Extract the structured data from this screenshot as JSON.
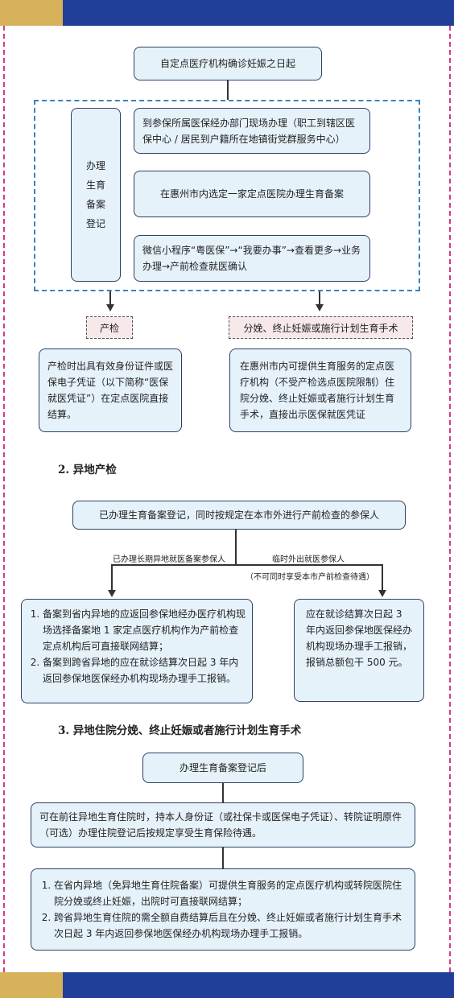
{
  "section1": {
    "start": "自定点医疗机构确诊妊娠之日起",
    "registration_label": "办理生育备案登记",
    "options": [
      "到参保所属医保经办部门现场办理（职工到辖区医保中心 / 居民到户籍所在地镇街党群服务中心）",
      "在惠州市内选定一家定点医院办理生育备案",
      "微信小程序“粤医保”→“我要办事”→查看更多→业务办理→产前检查就医确认"
    ],
    "branch_prenatal": "产检",
    "branch_delivery": "分娩、终止妊娠或施行计划生育手术",
    "prenatal_text": "产检时出具有效身份证件或医保电子凭证（以下简称“医保就医凭证”）在定点医院直接结算。",
    "delivery_text": "在惠州市内可提供生育服务的定点医疗机构（不受产检选点医院限制）住院分娩、终止妊娠或者施行计划生育手术，直接出示医保就医凭证"
  },
  "section2": {
    "heading": "2. 异地产检",
    "start": "已办理生育备案登记，同时按规定在本市外进行产前检查的参保人",
    "left_label": "已办理长期异地就医备案参保人",
    "right_label": "临时外出就医参保人",
    "right_note": "（不可同时享受本市产前检查待遇）",
    "left_items": [
      "备案到省内异地的应返回参保地经办医疗机构现场选择备案地 1 家定点医疗机构作为产前检查定点机构后可直接联网结算；",
      "备案到跨省异地的应在就诊结算次日起 3 年内返回参保地医保经办机构现场办理手工报销。"
    ],
    "right_text": "应在就诊结算次日起 3 年内返回参保地医保经办机构现场办理手工报销，报销总额包干 500 元。"
  },
  "section3": {
    "heading": "3. 异地住院分娩、终止妊娠或者施行计划生育手术",
    "start": "办理生育备案登记后",
    "middle": "可在前往异地生育住院时，持本人身份证（或社保卡或医保电子凭证）、转院证明原件（可选）办理住院登记后按规定享受生育保险待遇。",
    "items": [
      "在省内异地（免异地生育住院备案）可提供生育服务的定点医疗机构或转院医院住院分娩或终止妊娠，出院时可直接联网结算；",
      "跨省异地生育住院的需全额自费结算后且在分娩、终止妊娠或者施行计划生育手术次日起 3 年内返回参保地医保经办机构现场办理手工报销。"
    ]
  },
  "colors": {
    "box_fill": "#e6f2fa",
    "band_blue": "#1f3f99",
    "band_gold": "#d8b25a",
    "border_pink": "#d23c86"
  }
}
